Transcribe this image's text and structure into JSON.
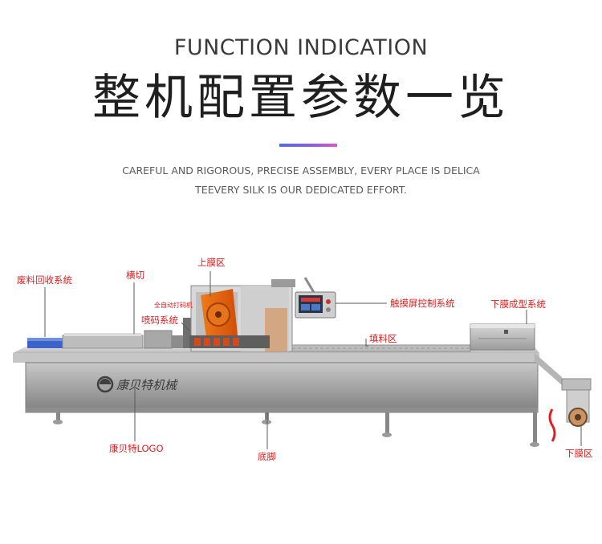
{
  "header": {
    "title_en": "FUNCTION INDICATION",
    "title_cn": "整机配置参数一览",
    "subtitle_line1": "CAREFUL AND RIGOROUS, PRECISE ASSEMBLY, EVERY PLACE IS DELICA",
    "subtitle_line2": "TEEVERY SILK IS OUR DEDICATED EFFORT.",
    "accent_colors": [
      "#4e6fe6",
      "#8a5de8",
      "#e255c7"
    ]
  },
  "machine": {
    "brand_text": "康贝特机械",
    "labels": {
      "waste_recycling": "废料回收系统",
      "cross_cut": "横切",
      "upper_film": "上膜区",
      "auto_coder": "全自动打码机",
      "inkjet": "喷码系统",
      "touchscreen": "触摸屏控制系统",
      "lower_film_forming": "下膜成型系统",
      "filling_area": "填料区",
      "logo": "康贝特LOGO",
      "feet": "底脚",
      "lower_film_area": "下膜区"
    },
    "label_color": "#e11b1b",
    "body_color": "#9a9a9a"
  }
}
